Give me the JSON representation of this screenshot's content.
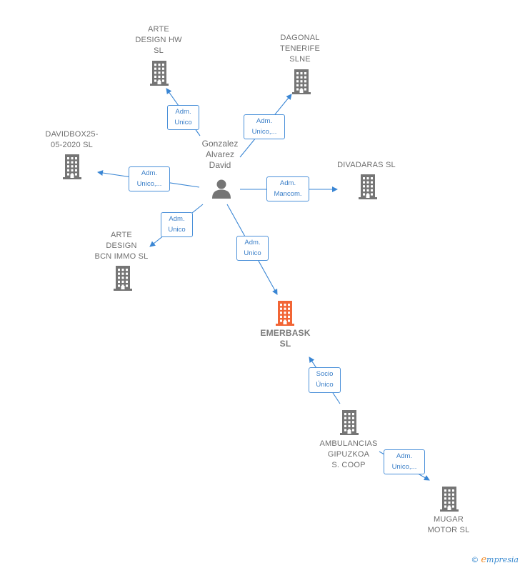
{
  "colors": {
    "building": "#757575",
    "main_building": "#f26535",
    "edge": "#3a86d4",
    "person": "#757575"
  },
  "person": {
    "name": "Gonzalez\nAlvarez\nDavid",
    "icon": "person-icon"
  },
  "companies": [
    {
      "id": "arte-design-hw",
      "name": "ARTE\nDESIGN HW\nSL",
      "main": false
    },
    {
      "id": "dagonal-tenerife",
      "name": "DAGONAL\nTENERIFE\nSLNE",
      "main": false
    },
    {
      "id": "davidbox25",
      "name": "DAVIDBOX25-\n05-2020  SL",
      "main": false
    },
    {
      "id": "divadaras",
      "name": "DIVADARAS SL",
      "main": false
    },
    {
      "id": "arte-design-bcn",
      "name": "ARTE\nDESIGN\nBCN IMMO  SL",
      "main": false
    },
    {
      "id": "emerbask",
      "name": "EMERBASK\nSL",
      "main": true
    },
    {
      "id": "ambulancias",
      "name": "AMBULANCIAS\nGIPUZKOA\nS.  COOP",
      "main": false
    },
    {
      "id": "mugar",
      "name": "MUGAR\nMOTOR  SL",
      "main": false
    }
  ],
  "edges": [
    {
      "id": "e1",
      "label": "Adm.\nUnico"
    },
    {
      "id": "e2",
      "label": "Adm.\nUnico,..."
    },
    {
      "id": "e3",
      "label": "Adm.\nUnico,..."
    },
    {
      "id": "e4",
      "label": "Adm.\nMancom."
    },
    {
      "id": "e5",
      "label": "Adm.\nUnico"
    },
    {
      "id": "e6",
      "label": "Adm.\nUnico"
    },
    {
      "id": "e7",
      "label": "Socio\nÚnico"
    },
    {
      "id": "e8",
      "label": "Adm.\nUnico,..."
    }
  ],
  "footer": {
    "copyright": "©",
    "brand_initial": "e",
    "brand_rest": "mpresia"
  }
}
